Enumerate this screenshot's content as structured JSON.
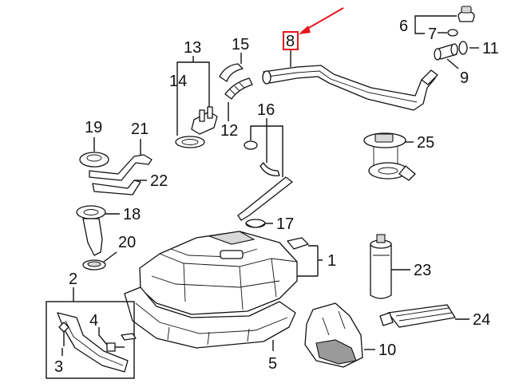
{
  "callouts": {
    "c1": "1",
    "c2": "2",
    "c3": "3",
    "c4": "4",
    "c5": "5",
    "c6": "6",
    "c7": "7",
    "c8": "8",
    "c9": "9",
    "c10": "10",
    "c11": "11",
    "c12": "12",
    "c13": "13",
    "c14": "14",
    "c15": "15",
    "c16": "16",
    "c17": "17",
    "c18": "18",
    "c19": "19",
    "c20": "20",
    "c21": "21",
    "c22": "22",
    "c23": "23",
    "c24": "24",
    "c25": "25"
  },
  "highlight": {
    "part_number": "8",
    "box_color": "#e8141c",
    "arrow_color": "#e8141c"
  },
  "colors": {
    "line": "#111111",
    "background": "#ffffff"
  }
}
